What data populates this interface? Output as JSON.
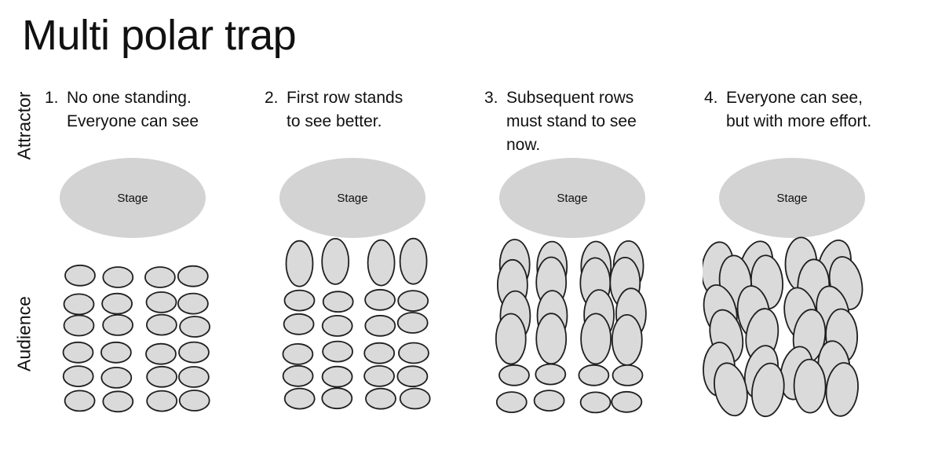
{
  "title": "Multi polar trap",
  "side_labels": {
    "top": "Attractor",
    "bottom": "Audience"
  },
  "stage_label": "Stage",
  "colors": {
    "background": "#ffffff",
    "text": "#111111",
    "stage_fill": "#d3d3d3",
    "person_fill": "#dadada",
    "person_stroke": "#1f1f1f"
  },
  "panels": [
    {
      "number": "1.",
      "caption_lines": [
        "No one standing.",
        "Everyone can see"
      ],
      "audience_rows": [
        "seated",
        "seated",
        "seated",
        "seated",
        "seated",
        "seated"
      ],
      "people_per_row": 4
    },
    {
      "number": "2.",
      "caption_lines": [
        "First row stands",
        "to see better."
      ],
      "audience_rows": [
        "standing",
        "seated",
        "seated",
        "seated",
        "seated",
        "seated"
      ],
      "people_per_row": 4
    },
    {
      "number": "3.",
      "caption_lines": [
        "Subsequent rows",
        "must stand to see",
        "now."
      ],
      "audience_rows": [
        "standing",
        "standing",
        "standing",
        "standing",
        "seated",
        "seated"
      ],
      "people_per_row": 4
    },
    {
      "number": "4.",
      "caption_lines": [
        "Everyone can see,",
        "but with more effort."
      ],
      "audience_rows": [
        "standing",
        "standing",
        "standing",
        "standing",
        "standing",
        "standing"
      ],
      "people_per_row": 4
    }
  ]
}
